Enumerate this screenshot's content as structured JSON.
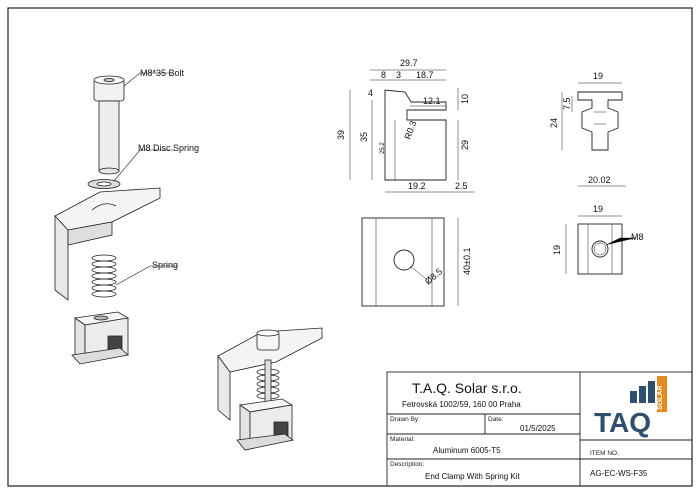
{
  "callouts": {
    "bolt": "M8*35 Bolt",
    "disc_spring": "M8 Disc Spring",
    "spring": "Spring"
  },
  "dimensions": {
    "side": [
      "29.7",
      "8",
      "3",
      "18.7",
      "4",
      "10",
      "12.1",
      "39",
      "35",
      "25.2",
      "R0.3",
      "29",
      "19.2",
      "2.5"
    ],
    "end": [
      "19",
      "7.5",
      "24",
      "20.02"
    ],
    "bottom": [
      "40±0.1",
      "Ø8.5"
    ],
    "top": [
      "19",
      "19",
      "M8"
    ]
  },
  "title_block": {
    "company": "T.A.Q. Solar s.r.o.",
    "address": "Fetrovská 1002/59, 160 00 Praha",
    "drawn_by_label": "Drawn By:",
    "drawn_by_value": "",
    "date_label": "Date:",
    "date_value": "01/5/2025",
    "material_label": "Material:",
    "material_value": "Aluminum 6005-T5",
    "item_no_label": "ITEM NO.",
    "description_label": "Description:",
    "description_value": "End Clamp With Spring Kit",
    "item_no_value": "AG-EC-WS-F35",
    "logo_main": "TAQ",
    "logo_sub": "SOLAR"
  },
  "colors": {
    "line": "#222222",
    "logo_blue": "#2f4f6f",
    "logo_orange": "#e58a1f"
  }
}
